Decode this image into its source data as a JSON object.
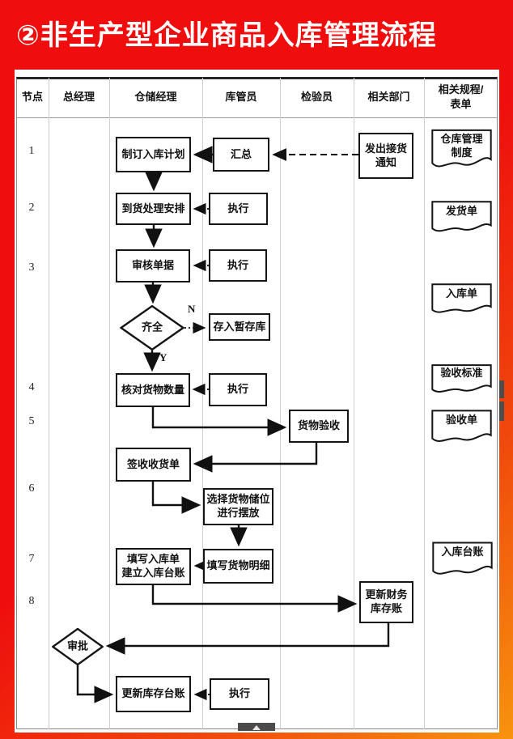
{
  "title": "②非生产型企业商品入库管理流程",
  "colors": {
    "frame_red": "#ef0d0d",
    "frame_orange": "#f8940e",
    "panel_white": "#ffffff",
    "line_black": "#151515",
    "title_text": "#ffffff"
  },
  "table": {
    "headers": [
      "节点",
      "总经理",
      "仓储经理",
      "库管员",
      "检验员",
      "相关部门",
      "相关规程/\n表单"
    ]
  },
  "nodes": [
    "1",
    "2",
    "3",
    "4",
    "5",
    "6",
    "7",
    "8"
  ],
  "flow": {
    "steps": {
      "plan": "制订入库计划",
      "summarize": "汇总",
      "notice": "发出接货\n通知",
      "arrival": "到货处理安排",
      "execute": "执行",
      "review": "审核单据",
      "complete": "齐全",
      "temp_store": "存入暂存库",
      "verify_qty": "核对货物数量",
      "inspection": "货物验收",
      "sign_receipt": "签收收货单",
      "select_location": "选择货物储位\n进行摆放",
      "fill_detail": "填写货物明细",
      "fill_inbound": "填写入库单\n建立入库台账",
      "update_finance": "更新财务\n库存账",
      "approval": "审批",
      "update_ledger": "更新库存台账",
      "no": "N",
      "yes": "Y"
    },
    "docs": [
      "仓库管理\n制度",
      "发货单",
      "入库单",
      "验收标准",
      "验收单",
      "入库台账"
    ]
  }
}
